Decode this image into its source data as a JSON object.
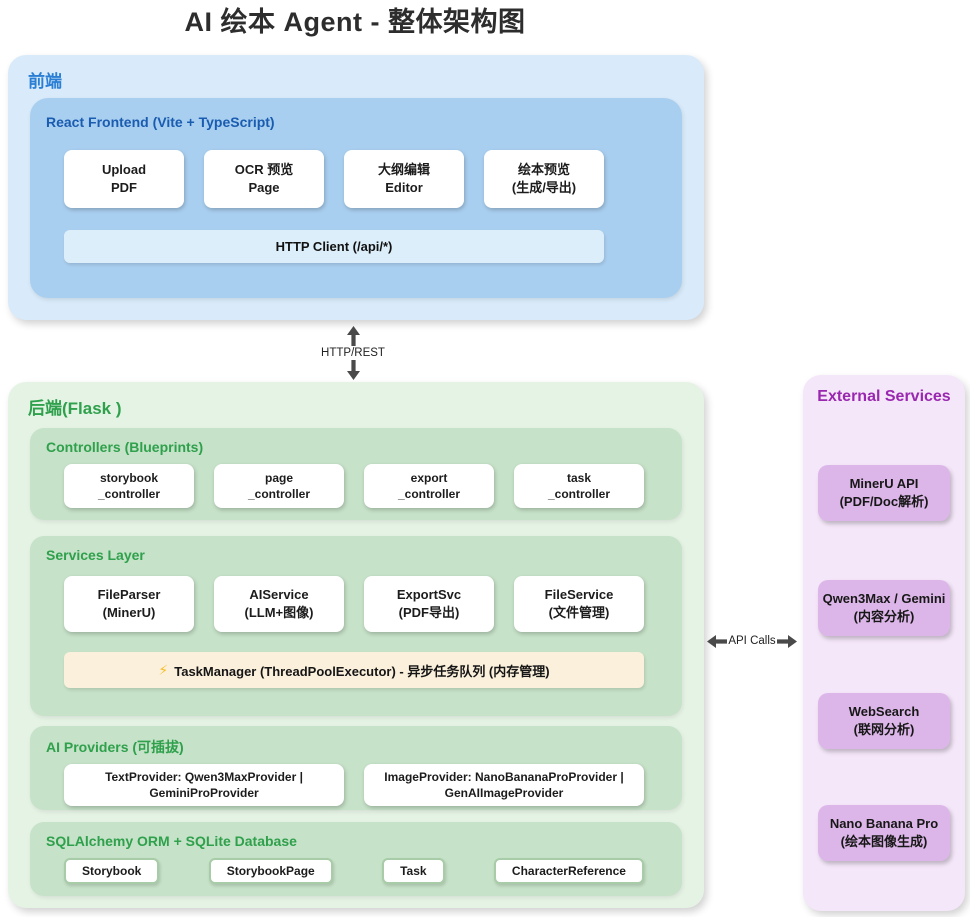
{
  "title": "AI 绘本 Agent - 整体架构图",
  "frontend": {
    "label": "前端",
    "container": {
      "label": "React Frontend (Vite + TypeScript)",
      "modules": [
        {
          "line1": "Upload",
          "line2": "PDF"
        },
        {
          "line1": "OCR 预览",
          "line2": "Page"
        },
        {
          "line1": "大纲编辑",
          "line2": "Editor"
        },
        {
          "line1": "绘本预览",
          "line2": "(生成/导出)"
        }
      ],
      "http_client": "HTTP Client (/api/*)"
    }
  },
  "connectors": {
    "frontend_backend": "HTTP/REST",
    "backend_external": "API Calls"
  },
  "backend": {
    "label": "后端(Flask )",
    "controllers": {
      "label": "Controllers (Blueprints)",
      "items": [
        {
          "line1": "storybook",
          "line2": "_controller"
        },
        {
          "line1": "page",
          "line2": "_controller"
        },
        {
          "line1": "export",
          "line2": "_controller"
        },
        {
          "line1": "task",
          "line2": "_controller"
        }
      ]
    },
    "services": {
      "label": "Services Layer",
      "items": [
        {
          "line1": "FileParser",
          "line2": "(MinerU)"
        },
        {
          "line1": "AIService",
          "line2": "(LLM+图像)"
        },
        {
          "line1": "ExportSvc",
          "line2": "(PDF导出)"
        },
        {
          "line1": "FileService",
          "line2": "(文件管理)"
        }
      ],
      "task_manager": {
        "icon": "⚡",
        "text": "TaskManager (ThreadPoolExecutor) - 异步任务队列 (内存管理)"
      }
    },
    "providers": {
      "label": "AI Providers (可插拔)",
      "items": [
        {
          "line1": "TextProvider: Qwen3MaxProvider |",
          "line2": "GeminiProProvider"
        },
        {
          "line1": "ImageProvider: NanoBananaProProvider |",
          "line2": "GenAIImageProvider"
        }
      ]
    },
    "database": {
      "label": "SQLAlchemy ORM + SQLite Database",
      "tables": [
        "Storybook",
        "StorybookPage",
        "Task",
        "CharacterReference"
      ]
    }
  },
  "external": {
    "label": "External Services",
    "items": [
      {
        "line1": "MinerU API",
        "line2": "(PDF/Doc解析)"
      },
      {
        "line1": "Qwen3Max / Gemini",
        "line2": "(内容分析)"
      },
      {
        "line1": "WebSearch",
        "line2": "(联网分析)"
      },
      {
        "line1": "Nano Banana Pro",
        "line2": "(绘本图像生成)"
      }
    ]
  },
  "colors": {
    "frontend_bg": "#d9ebfa",
    "frontend_inner_bg": "#a9cff0",
    "frontend_accent": "#2a7fd4",
    "backend_bg": "#e5f3e5",
    "backend_inner_bg": "#c6e2c8",
    "backend_accent": "#2fa04c",
    "task_manager_bg": "#fbf0dc",
    "external_bg": "#f4e7f9",
    "external_card_bg": "#ddb6e9",
    "external_accent": "#9a27b0"
  }
}
